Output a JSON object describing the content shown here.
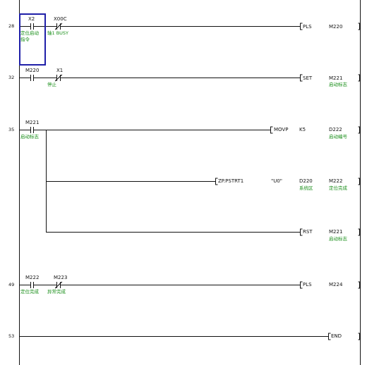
{
  "program": {
    "rungs": [
      {
        "step": "28",
        "contacts": [
          {
            "device": "X2",
            "comment": [
              "定位启动",
              "指令"
            ],
            "type": "NO",
            "selected": true
          },
          {
            "device": "X00C",
            "comment": [
              "轴1 BUSY"
            ],
            "type": "NC"
          }
        ],
        "outputs": [
          {
            "instruction": "PLS",
            "operands": [
              {
                "text": "M220",
                "comment": ""
              }
            ]
          }
        ]
      },
      {
        "step": "32",
        "contacts": [
          {
            "device": "M220",
            "comment": [
              ""
            ],
            "type": "NO"
          },
          {
            "device": "X1",
            "comment": [
              "停止"
            ],
            "type": "NC"
          }
        ],
        "outputs": [
          {
            "instruction": "SET",
            "operands": [
              {
                "text": "M221",
                "comment": "启动标志"
              }
            ]
          }
        ]
      },
      {
        "step": "35",
        "contacts": [
          {
            "device": "M221",
            "comment": [
              "启动标志"
            ],
            "type": "NO"
          }
        ],
        "outputs": [
          {
            "instruction": "MOVP",
            "operands": [
              {
                "text": "K5",
                "comment": ""
              },
              {
                "text": "D222",
                "comment": "启动编号"
              }
            ]
          },
          {
            "instruction": "ZP.PSTRT1",
            "operands": [
              {
                "text": "\"U0\"",
                "comment": ""
              },
              {
                "text": "D220",
                "comment": "系统区"
              },
              {
                "text": "M222",
                "comment": "定位完成"
              }
            ]
          },
          {
            "instruction": "RST",
            "operands": [
              {
                "text": "M221",
                "comment": "启动标志"
              }
            ]
          }
        ]
      },
      {
        "step": "49",
        "contacts": [
          {
            "device": "M222",
            "comment": [
              "定位完成"
            ],
            "type": "NO"
          },
          {
            "device": "M223",
            "comment": [
              "异常完成"
            ],
            "type": "NC"
          }
        ],
        "outputs": [
          {
            "instruction": "PLS",
            "operands": [
              {
                "text": "M224",
                "comment": ""
              }
            ]
          }
        ]
      },
      {
        "step": "53",
        "contacts": [],
        "outputs": [
          {
            "instruction": "END",
            "operands": []
          }
        ]
      }
    ]
  },
  "colors": {
    "line": "#111111",
    "comment": "#1a8f1a",
    "cursor": "#1f1fa8",
    "background": "#ffffff"
  }
}
